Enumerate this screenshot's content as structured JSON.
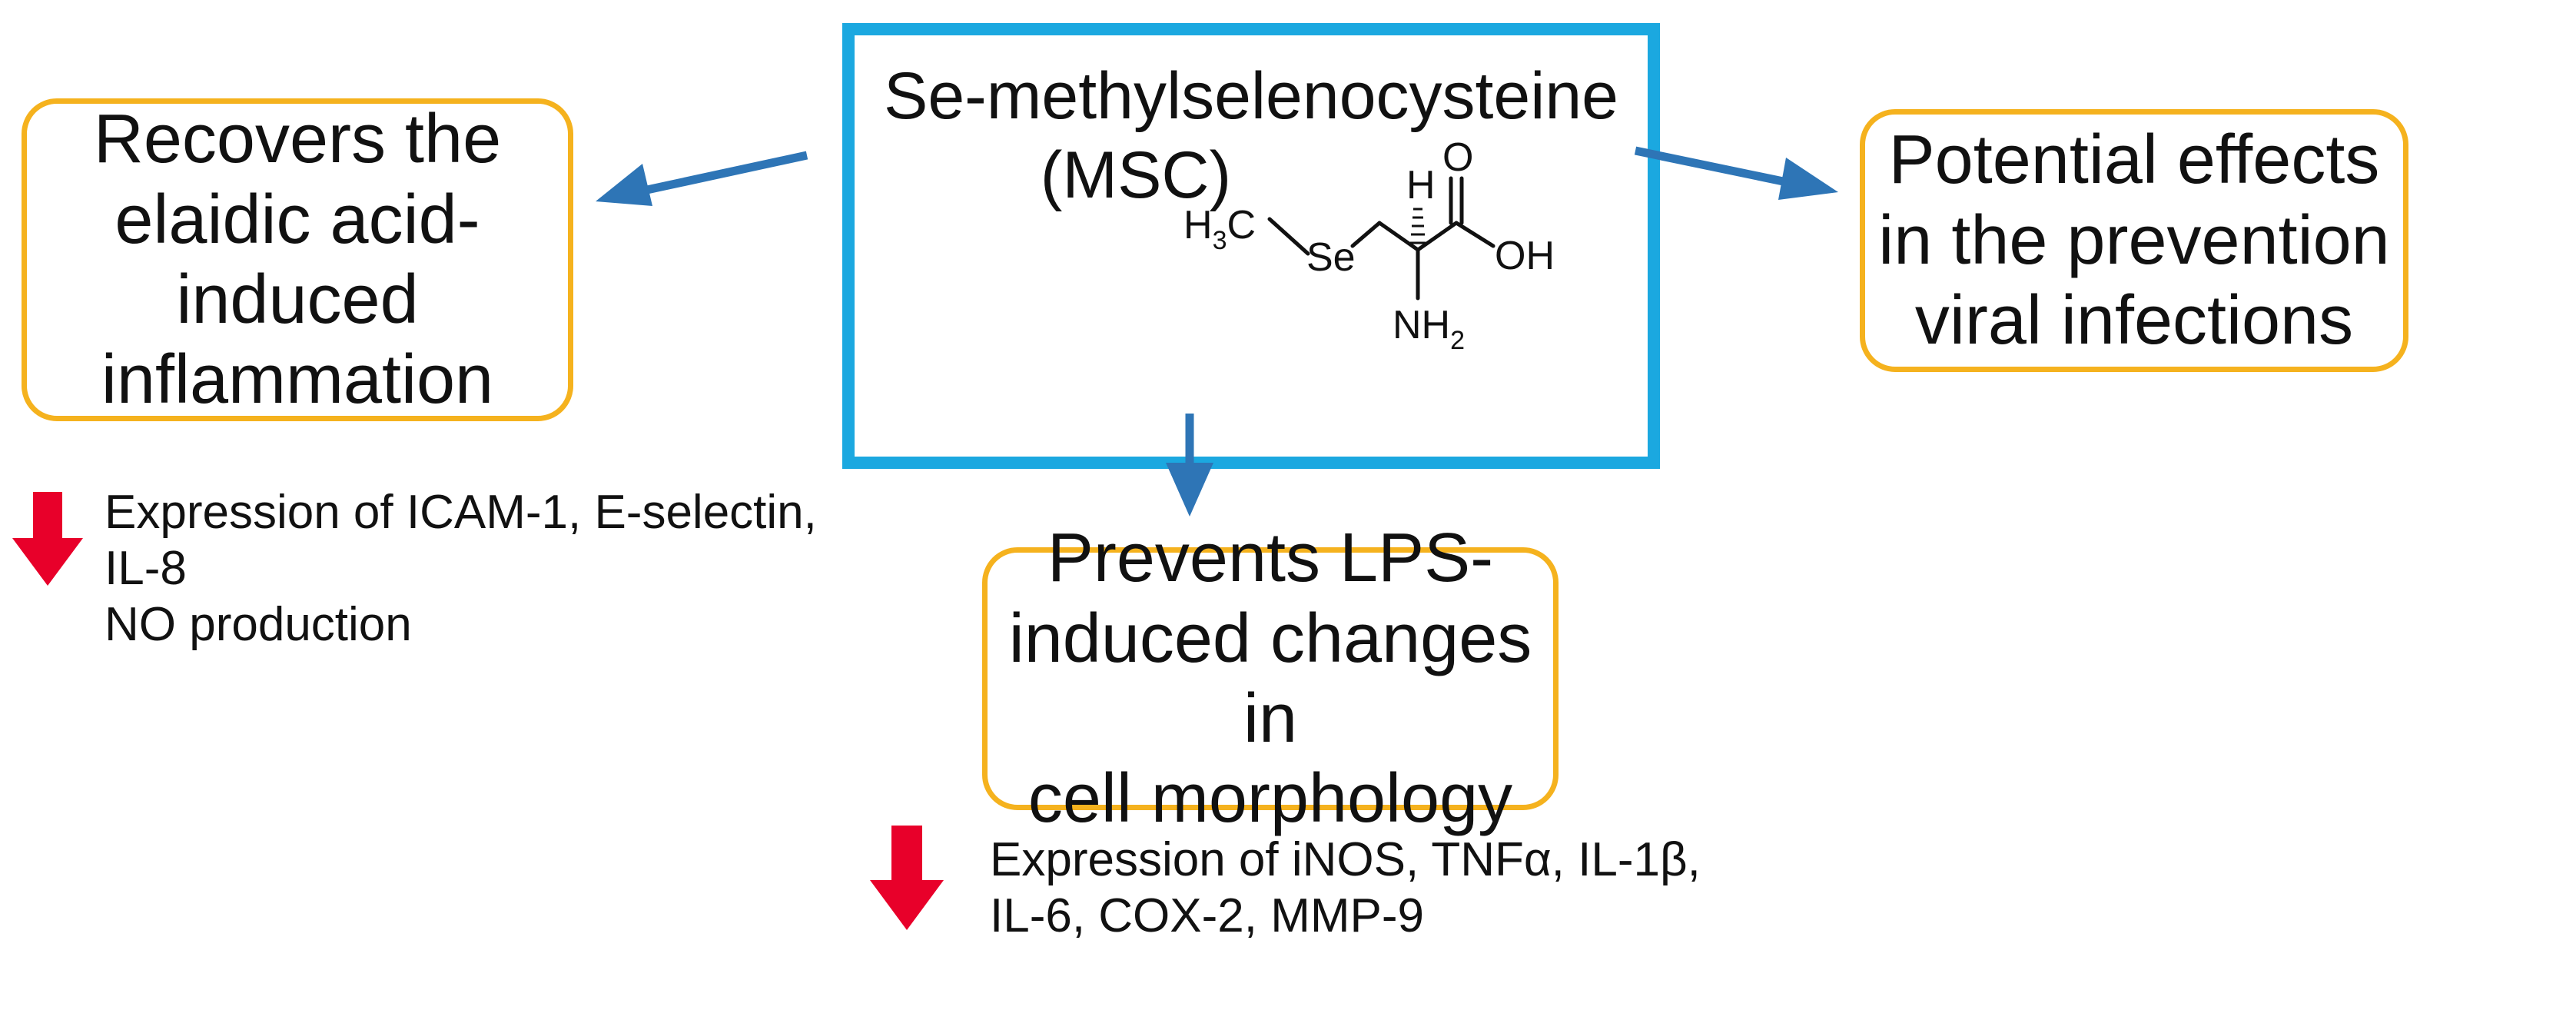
{
  "center_box": {
    "title_lines": [
      "Se-methylselenocysteine",
      "(MSC)"
    ],
    "structure": {
      "h3c": "H",
      "h3c_sub": "3",
      "h3c_c": "C",
      "se": "Se",
      "h": "H",
      "o": "O",
      "oh": "OH",
      "nh2": "NH",
      "nh2_sub": "2"
    }
  },
  "left_box": {
    "lines": [
      "Recovers the",
      "elaidic acid-",
      "induced",
      "inflammation"
    ]
  },
  "right_box": {
    "lines": [
      "Potential effects",
      "in the prevention",
      "viral infections"
    ]
  },
  "bottom_box": {
    "lines": [
      "Prevents LPS-",
      "induced changes in",
      "cell morphology"
    ]
  },
  "left_effects": {
    "lines": [
      "Expression of ICAM-1, E-selectin,",
      "IL-8",
      "NO production"
    ]
  },
  "bottom_effects": {
    "lines": [
      "Expression of iNOS, TNFα, IL-1β,",
      "IL-6, COX-2, MMP-9"
    ]
  },
  "colors": {
    "arrow_blue": "#2E75B6",
    "box_blue": "#1BA8E0",
    "box_orange": "#F5B21E",
    "down_red": "#E8002A"
  }
}
